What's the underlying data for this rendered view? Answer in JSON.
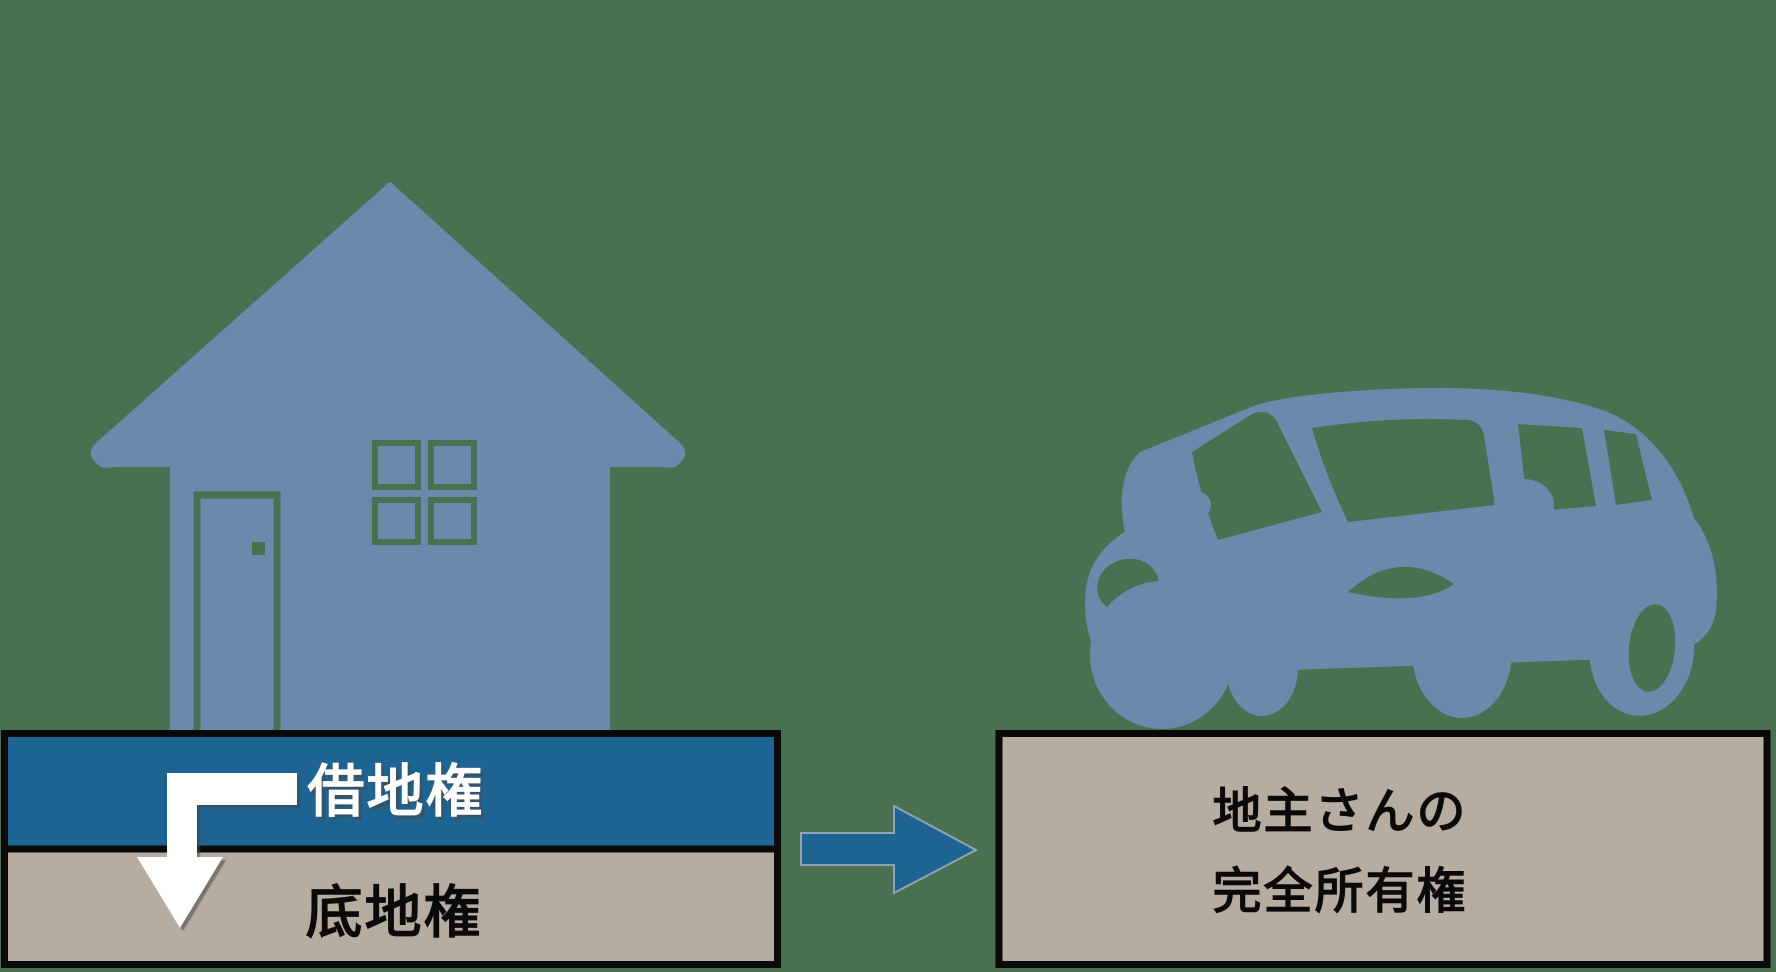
{
  "diagram_title": "leasehold-to-full-ownership-diagram",
  "palette": {
    "background": "#4a7052",
    "icon_blue": "#6c88ab",
    "deep_blue": "#1e6493",
    "beige": "#b6aca1",
    "border_black": "#0a0a0a",
    "white": "#ffffff",
    "arrow_outline": "#8fa5b6",
    "text_black": "#0a0a0a"
  },
  "left_stack": {
    "top_bar_label": "借地権",
    "bottom_bar_label": "底地権"
  },
  "right_box": {
    "line1": "地主さんの",
    "line2": "完全所有権"
  },
  "icons": {
    "house": "house-silhouette",
    "car": "car-silhouette",
    "down_arrow": "white-bent-down-arrow",
    "right_arrow": "blue-right-arrow"
  }
}
